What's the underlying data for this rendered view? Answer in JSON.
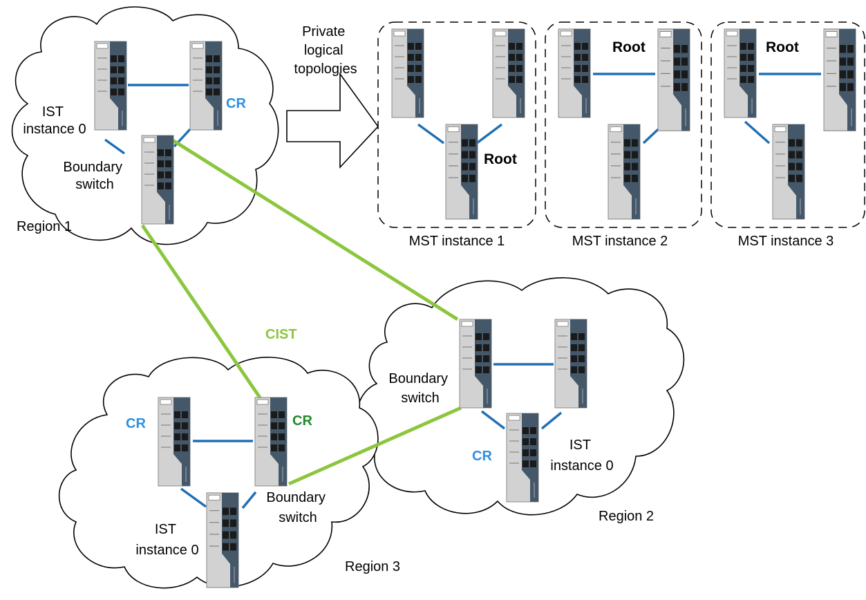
{
  "colors": {
    "link_blue": "#1f6fb5",
    "cist_green": "#8cc63f",
    "cr_blue": "#2e8fe0",
    "cr_green": "#1f8a2c",
    "switch_body": "#d2d2d2",
    "switch_panel": "#44586a",
    "port": "#1a1a1a"
  },
  "icons": {
    "switch": "managed-ethernet-switch-icon",
    "cloud": "cloud-region-icon",
    "arrow": "right-arrow-icon"
  },
  "region1": {
    "ist_label": [
      "IST",
      "instance 0"
    ],
    "boundary_label": [
      "Boundary",
      "switch"
    ],
    "region_label": "Region 1",
    "cr_label": "CR"
  },
  "arrow_label": [
    "Private",
    "logical",
    "topologies"
  ],
  "mst": [
    {
      "caption": "MST instance 1",
      "root_label": "Root"
    },
    {
      "caption": "MST instance 2",
      "root_label": "Root"
    },
    {
      "caption": "MST instance 3",
      "root_label": "Root"
    }
  ],
  "cist_label": "CIST",
  "region2": {
    "boundary_label": [
      "Boundary",
      "switch"
    ],
    "cr_label": "CR",
    "ist_label": [
      "IST",
      "instance 0"
    ],
    "region_label": "Region 2"
  },
  "region3": {
    "cr_left_label": "CR",
    "cr_right_label": "CR",
    "boundary_label": [
      "Boundary",
      "switch"
    ],
    "ist_label": [
      "IST",
      "instance 0"
    ],
    "region_label": "Region 3"
  }
}
